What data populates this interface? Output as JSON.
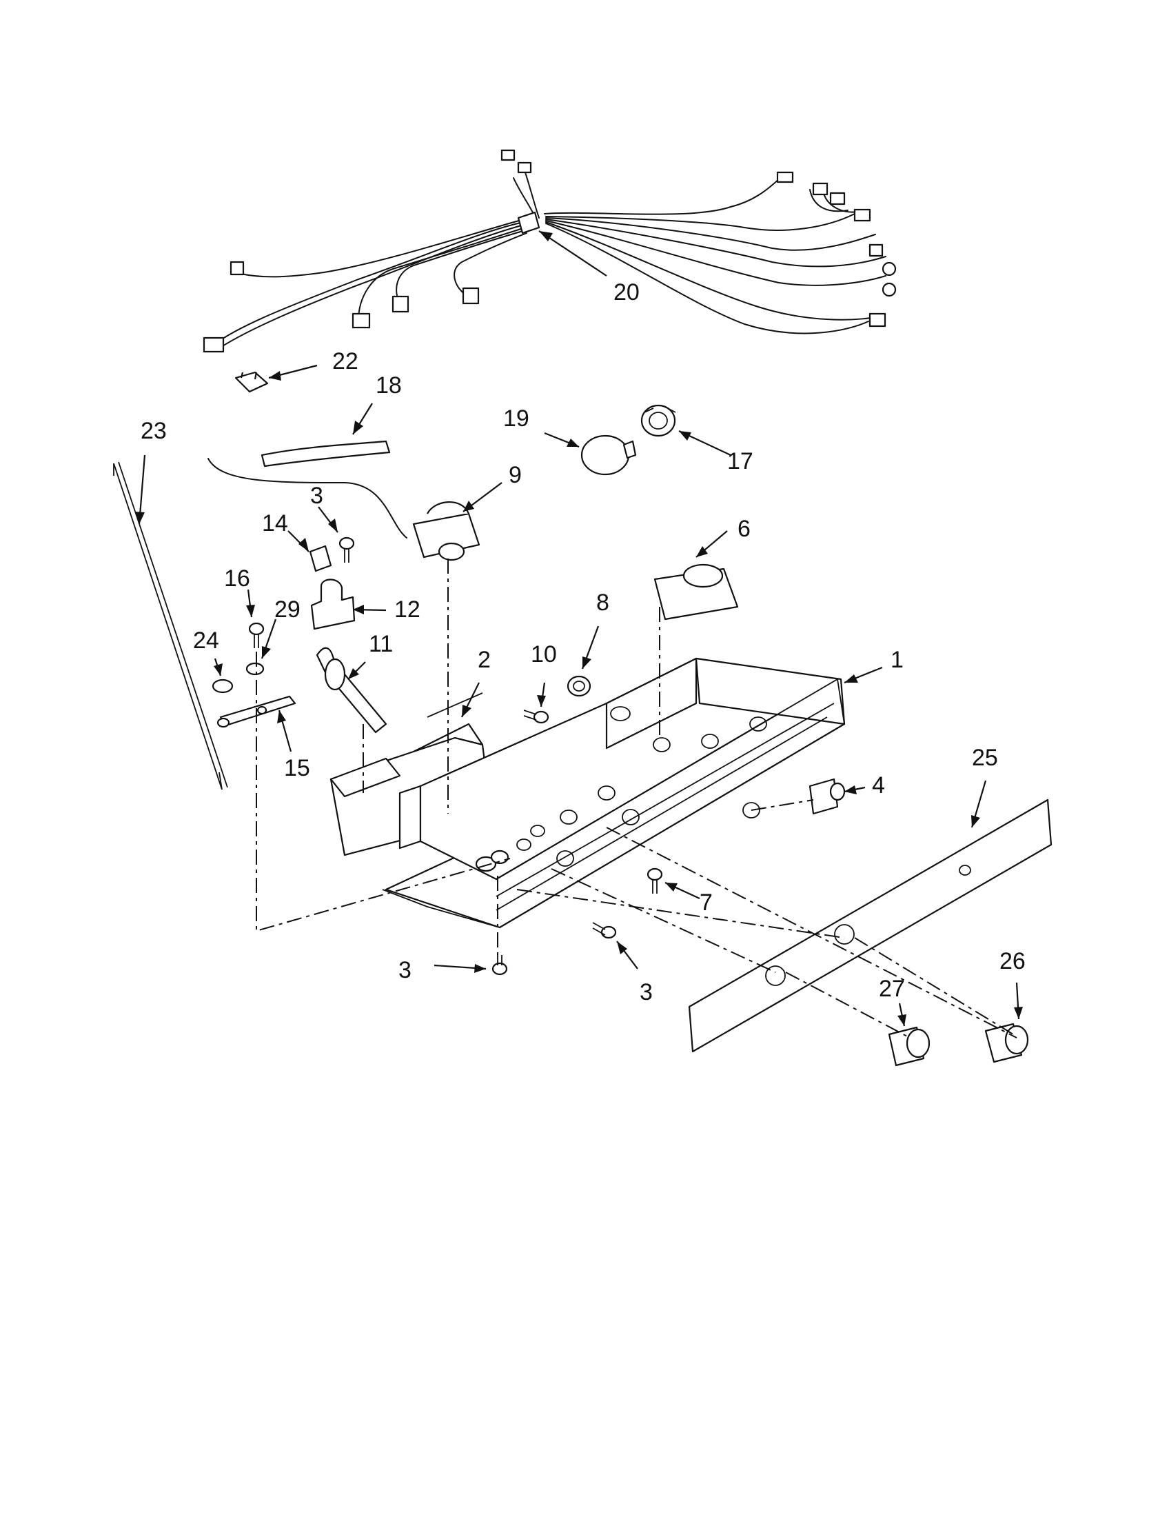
{
  "callouts": [
    {
      "id": "c20",
      "label": "20"
    },
    {
      "id": "c22",
      "label": "22"
    },
    {
      "id": "c18",
      "label": "18"
    },
    {
      "id": "c23",
      "label": "23"
    },
    {
      "id": "c19",
      "label": "19"
    },
    {
      "id": "c17",
      "label": "17"
    },
    {
      "id": "c9",
      "label": "9"
    },
    {
      "id": "c3a",
      "label": "3"
    },
    {
      "id": "c14",
      "label": "14"
    },
    {
      "id": "c6",
      "label": "6"
    },
    {
      "id": "c16",
      "label": "16"
    },
    {
      "id": "c29",
      "label": "29"
    },
    {
      "id": "c12",
      "label": "12"
    },
    {
      "id": "c8",
      "label": "8"
    },
    {
      "id": "c24",
      "label": "24"
    },
    {
      "id": "c11",
      "label": "11"
    },
    {
      "id": "c2",
      "label": "2"
    },
    {
      "id": "c10",
      "label": "10"
    },
    {
      "id": "c1",
      "label": "1"
    },
    {
      "id": "c15",
      "label": "15"
    },
    {
      "id": "c4",
      "label": "4"
    },
    {
      "id": "c25",
      "label": "25"
    },
    {
      "id": "c7",
      "label": "7"
    },
    {
      "id": "c26",
      "label": "26"
    },
    {
      "id": "c3b",
      "label": "3"
    },
    {
      "id": "c27",
      "label": "27"
    },
    {
      "id": "c3c",
      "label": "3"
    }
  ]
}
